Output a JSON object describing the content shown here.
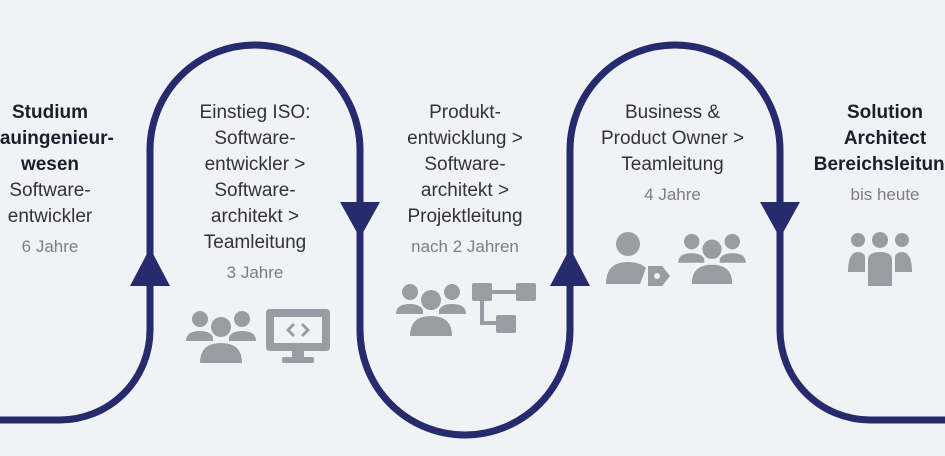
{
  "colors": {
    "path": "#262b6d",
    "icon": "#9a9ca3",
    "background": "#f0f2f5"
  },
  "stages": [
    {
      "title_bold": "Studium\nBauingenieur-\nwesen",
      "title": "Software-\nentwickler",
      "duration": "6 Jahre"
    },
    {
      "title": "Einstieg ISO:\nSoftware-\nentwickler >\nSoftware-\narchitekt >\nTeamleitung",
      "duration": "3 Jahre",
      "icons": [
        "people-group-icon",
        "code-monitor-icon"
      ]
    },
    {
      "title": "Produkt-\nentwicklung >\nSoftware-\narchitekt >\nProjektleitung",
      "duration": "nach 2 Jahren",
      "icons": [
        "people-group-icon",
        "project-flow-icon"
      ]
    },
    {
      "title": "Business &\nProduct Owner >\nTeamleitung",
      "duration": "4 Jahre",
      "icons": [
        "person-tag-icon",
        "people-group-icon"
      ]
    },
    {
      "title_bold": "Solution\nArchitect\nBereichsleitung",
      "duration": "bis heute",
      "icons": [
        "team-icon"
      ]
    }
  ]
}
